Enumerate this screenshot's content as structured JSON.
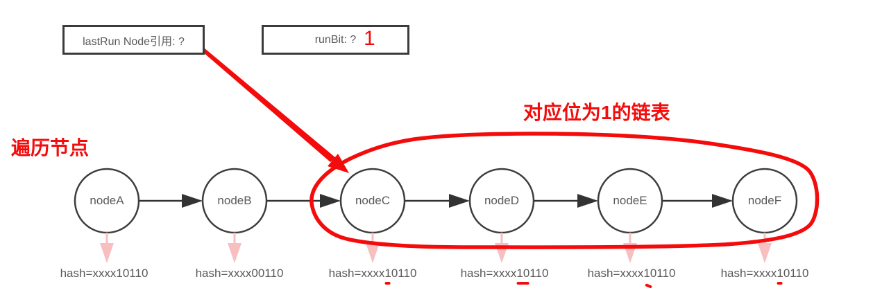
{
  "annotations": {
    "lastrun_label": "lastRun Node引用: ?",
    "runbit_label": "runBit: ?",
    "runbit_value": "1",
    "traverse_label": "遍历节点",
    "bit1_list_label": "对应位为1的链表"
  },
  "nodes": [
    {
      "label": "nodeA",
      "hash_prefix": "hash=xxxx10110",
      "hash_marked": "",
      "hash_suffix": ""
    },
    {
      "label": "nodeB",
      "hash_prefix": "hash=xxxx00110",
      "hash_marked": "",
      "hash_suffix": ""
    },
    {
      "label": "nodeC",
      "hash_prefix": "hash=xxxx",
      "hash_marked": "1",
      "hash_suffix": "0110"
    },
    {
      "label": "nodeD",
      "hash_prefix": "hash=xxxx",
      "hash_marked": "10",
      "hash_suffix": "110"
    },
    {
      "label": "nodeE",
      "hash_prefix": "hash=xxxx",
      "hash_marked": "1",
      "hash_suffix": "0110"
    },
    {
      "label": "nodeF",
      "hash_prefix": "hash=xxxx",
      "hash_marked": "1",
      "hash_suffix": "0110"
    }
  ],
  "colors": {
    "annotation_red": "#f40b0b",
    "node_stroke": "#3d3d3d",
    "arrow_black": "#333333",
    "text_gray": "#595959",
    "pink_arrow": "#f8bfc1"
  }
}
